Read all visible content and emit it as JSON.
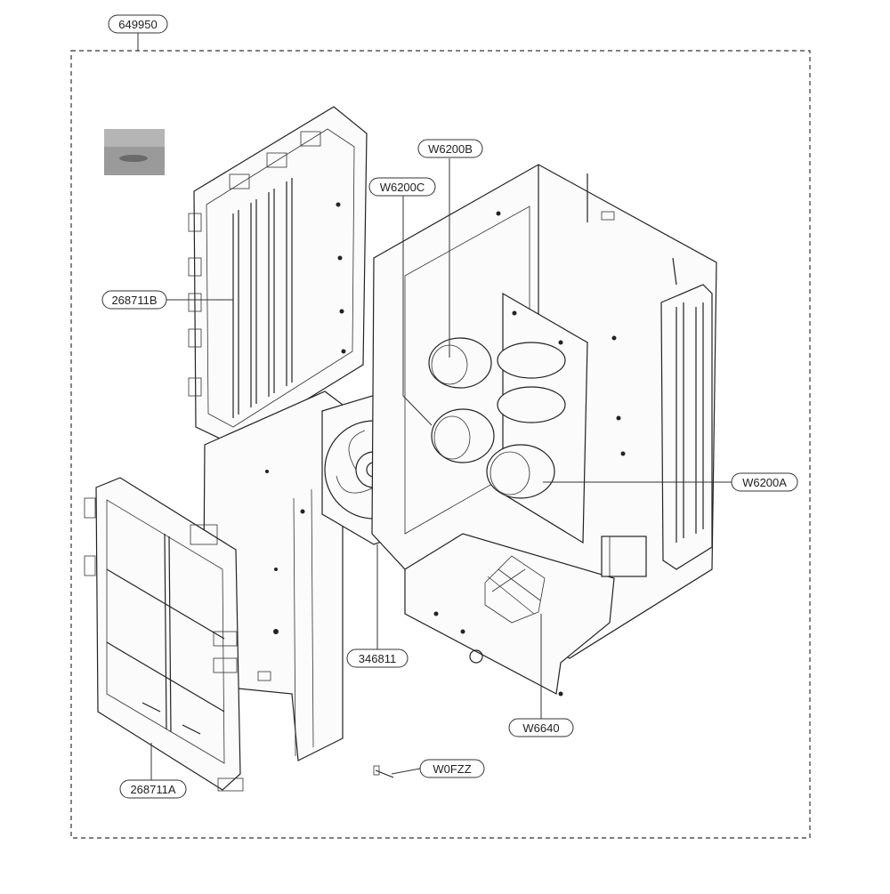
{
  "diagram": {
    "callouts": {
      "assembly": "649950",
      "rear_filter_frame": "268711B",
      "front_filter_frame": "268711A",
      "fan": "346811",
      "capacitor_b": "W6200B",
      "capacitor_c": "W6200C",
      "capacitor_a": "W6200A",
      "terminal_block": "W6640",
      "screw": "W0FZZ"
    },
    "colors": {
      "line": "#222222",
      "background": "#ffffff",
      "thumbnail": "#9a9a9a"
    }
  }
}
